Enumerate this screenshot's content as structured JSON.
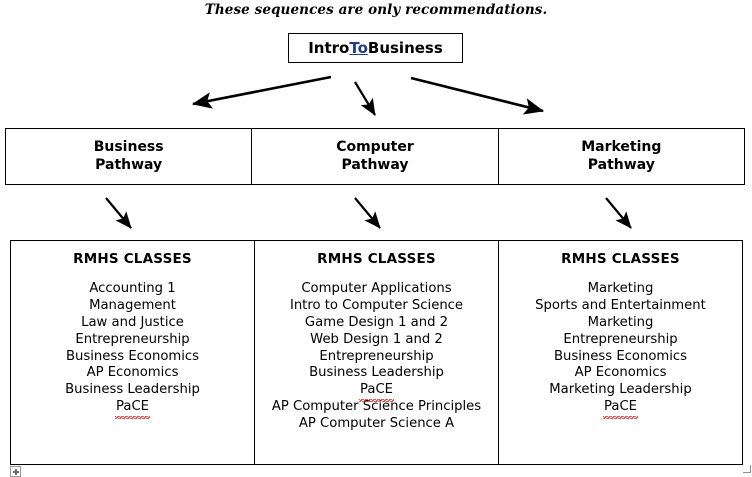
{
  "document": {
    "note": "These sequences are only recommendations."
  },
  "intro": {
    "label_before": "Intro ",
    "label_link": "To",
    "label_after": " Business"
  },
  "pathways": [
    {
      "line1": "Business",
      "line2": "Pathway"
    },
    {
      "line1": "Computer",
      "line2": "Pathway"
    },
    {
      "line1": "Marketing",
      "line2": "Pathway"
    }
  ],
  "classes": [
    {
      "header": "RMHS CLASSES",
      "items": [
        "Accounting 1",
        "Management",
        "Law and Justice",
        "Entrepreneurship",
        "Business Economics",
        "AP Economics",
        "Business Leadership",
        "PaCE"
      ],
      "misspelled": [
        "PaCE"
      ]
    },
    {
      "header": "RMHS CLASSES",
      "items": [
        "Computer Applications",
        "Intro to Computer Science",
        "Game Design 1 and 2",
        "Web Design 1 and 2",
        "Entrepreneurship",
        "Business Leadership",
        "PaCE",
        "AP Computer Science Principles",
        "AP Computer Science A"
      ],
      "misspelled": [
        "PaCE"
      ]
    },
    {
      "header": "RMHS CLASSES",
      "items": [
        "Marketing",
        "Sports and Entertainment",
        "Marketing",
        "Entrepreneurship",
        "Business Economics",
        "AP Economics",
        "Marketing Leadership",
        "PaCE"
      ],
      "misspelled": [
        "PaCE"
      ]
    }
  ],
  "connectors": {
    "top_fanout": [
      {
        "name": "arrow-intro-to-business-pathway",
        "direction": "down-left"
      },
      {
        "name": "arrow-intro-to-computer-pathway",
        "direction": "down-right-short"
      },
      {
        "name": "arrow-intro-to-marketing-pathway",
        "direction": "down-right"
      }
    ],
    "pathway_to_classes": [
      {
        "name": "arrow-business-pathway-to-classes",
        "direction": "down-right"
      },
      {
        "name": "arrow-computer-pathway-to-classes",
        "direction": "down-right"
      },
      {
        "name": "arrow-marketing-pathway-to-classes",
        "direction": "down-right"
      }
    ]
  },
  "colors": {
    "ink": "#000000",
    "hyperlink": "#1f3c88",
    "spellcheck": "#e01b1b",
    "page": "#ffffff"
  }
}
